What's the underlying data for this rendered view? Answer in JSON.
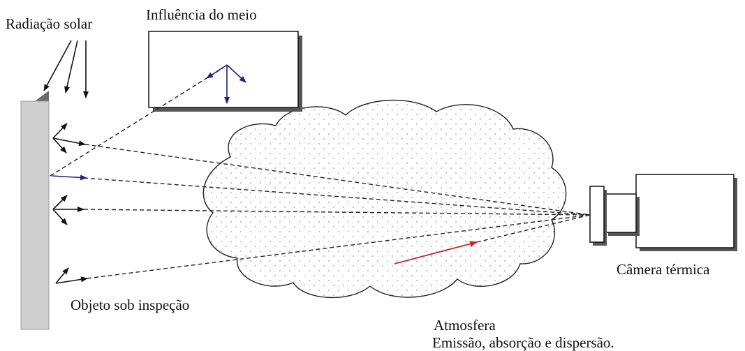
{
  "labels": {
    "solar_radiation": "Radiação solar",
    "environment_influence": "Influência do meio",
    "object": "Objeto sob inspeção",
    "camera": "Câmera térmica",
    "atmosphere_title": "Atmosfera",
    "atmosphere_effects": "Emissão, absorção e dispersão."
  },
  "colors": {
    "line": "#111111",
    "blue_arrow": "#1a237e",
    "red_arrow": "#c62828",
    "wall_face": "#cfcfcf",
    "wall_side": "#6a6a6a",
    "shadow": "#555555",
    "dots": "#9a9a9a"
  }
}
